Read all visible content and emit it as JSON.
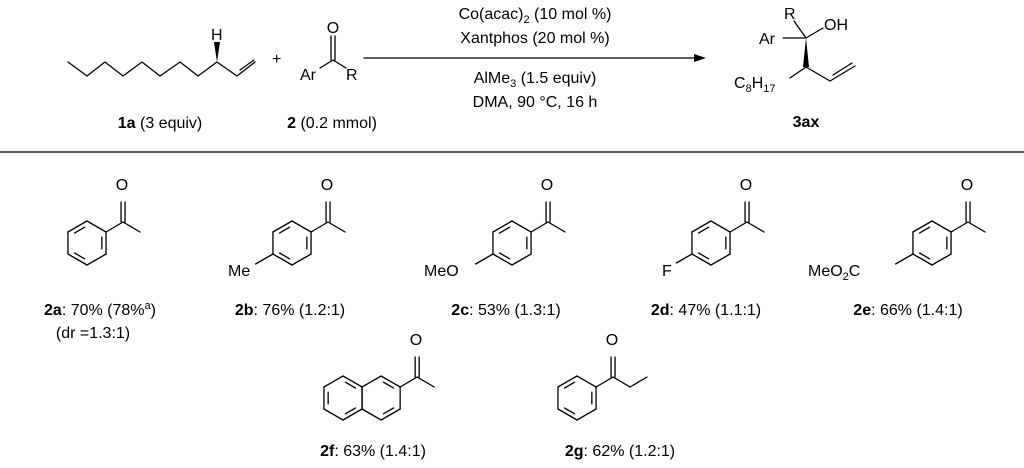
{
  "reaction": {
    "reactant1": {
      "atom_H": "H",
      "id": "1a",
      "note": " (3 equiv)"
    },
    "plus": "+",
    "reactant2": {
      "O": "O",
      "Ar": "Ar",
      "R": "R",
      "id": "2",
      "note": " (0.2 mmol)"
    },
    "conditions": {
      "line1_a": "Co(acac)",
      "line1_sub": "2",
      "line1_b": " (10 mol %)",
      "line2": "Xantphos (20 mol %)",
      "line3_a": "AlMe",
      "line3_sub": "3",
      "line3_b": " (1.5 equiv)",
      "line4": "DMA, 90 °C, 16 h"
    },
    "product": {
      "R": "R",
      "OH": "OH",
      "Ar": "Ar",
      "C": "C",
      "C_sub": "8",
      "H": "H",
      "H_sub": "17",
      "id": "3ax"
    }
  },
  "substrates": [
    {
      "id": "2a",
      "text": ": 70% (78%",
      "sup": "a",
      "close": ")",
      "dr": "(dr =1.3:1)",
      "O": "O"
    },
    {
      "id": "2b",
      "text": ": 76% (1.2:1)",
      "substituent": "Me",
      "O": "O"
    },
    {
      "id": "2c",
      "text": ": 53% (1.3:1)",
      "substituent": "MeO",
      "O": "O"
    },
    {
      "id": "2d",
      "text": ": 47% (1.1:1)",
      "substituent": "F",
      "O": "O"
    },
    {
      "id": "2e",
      "text": ": 66% (1.4:1)",
      "substituent_a": "MeO",
      "substituent_sub": "2",
      "substituent_b": "C",
      "O": "O"
    },
    {
      "id": "2f",
      "text": ": 63% (1.4:1)",
      "O": "O"
    },
    {
      "id": "2g",
      "text": ": 62% (1.2:1)",
      "O": "O"
    }
  ]
}
